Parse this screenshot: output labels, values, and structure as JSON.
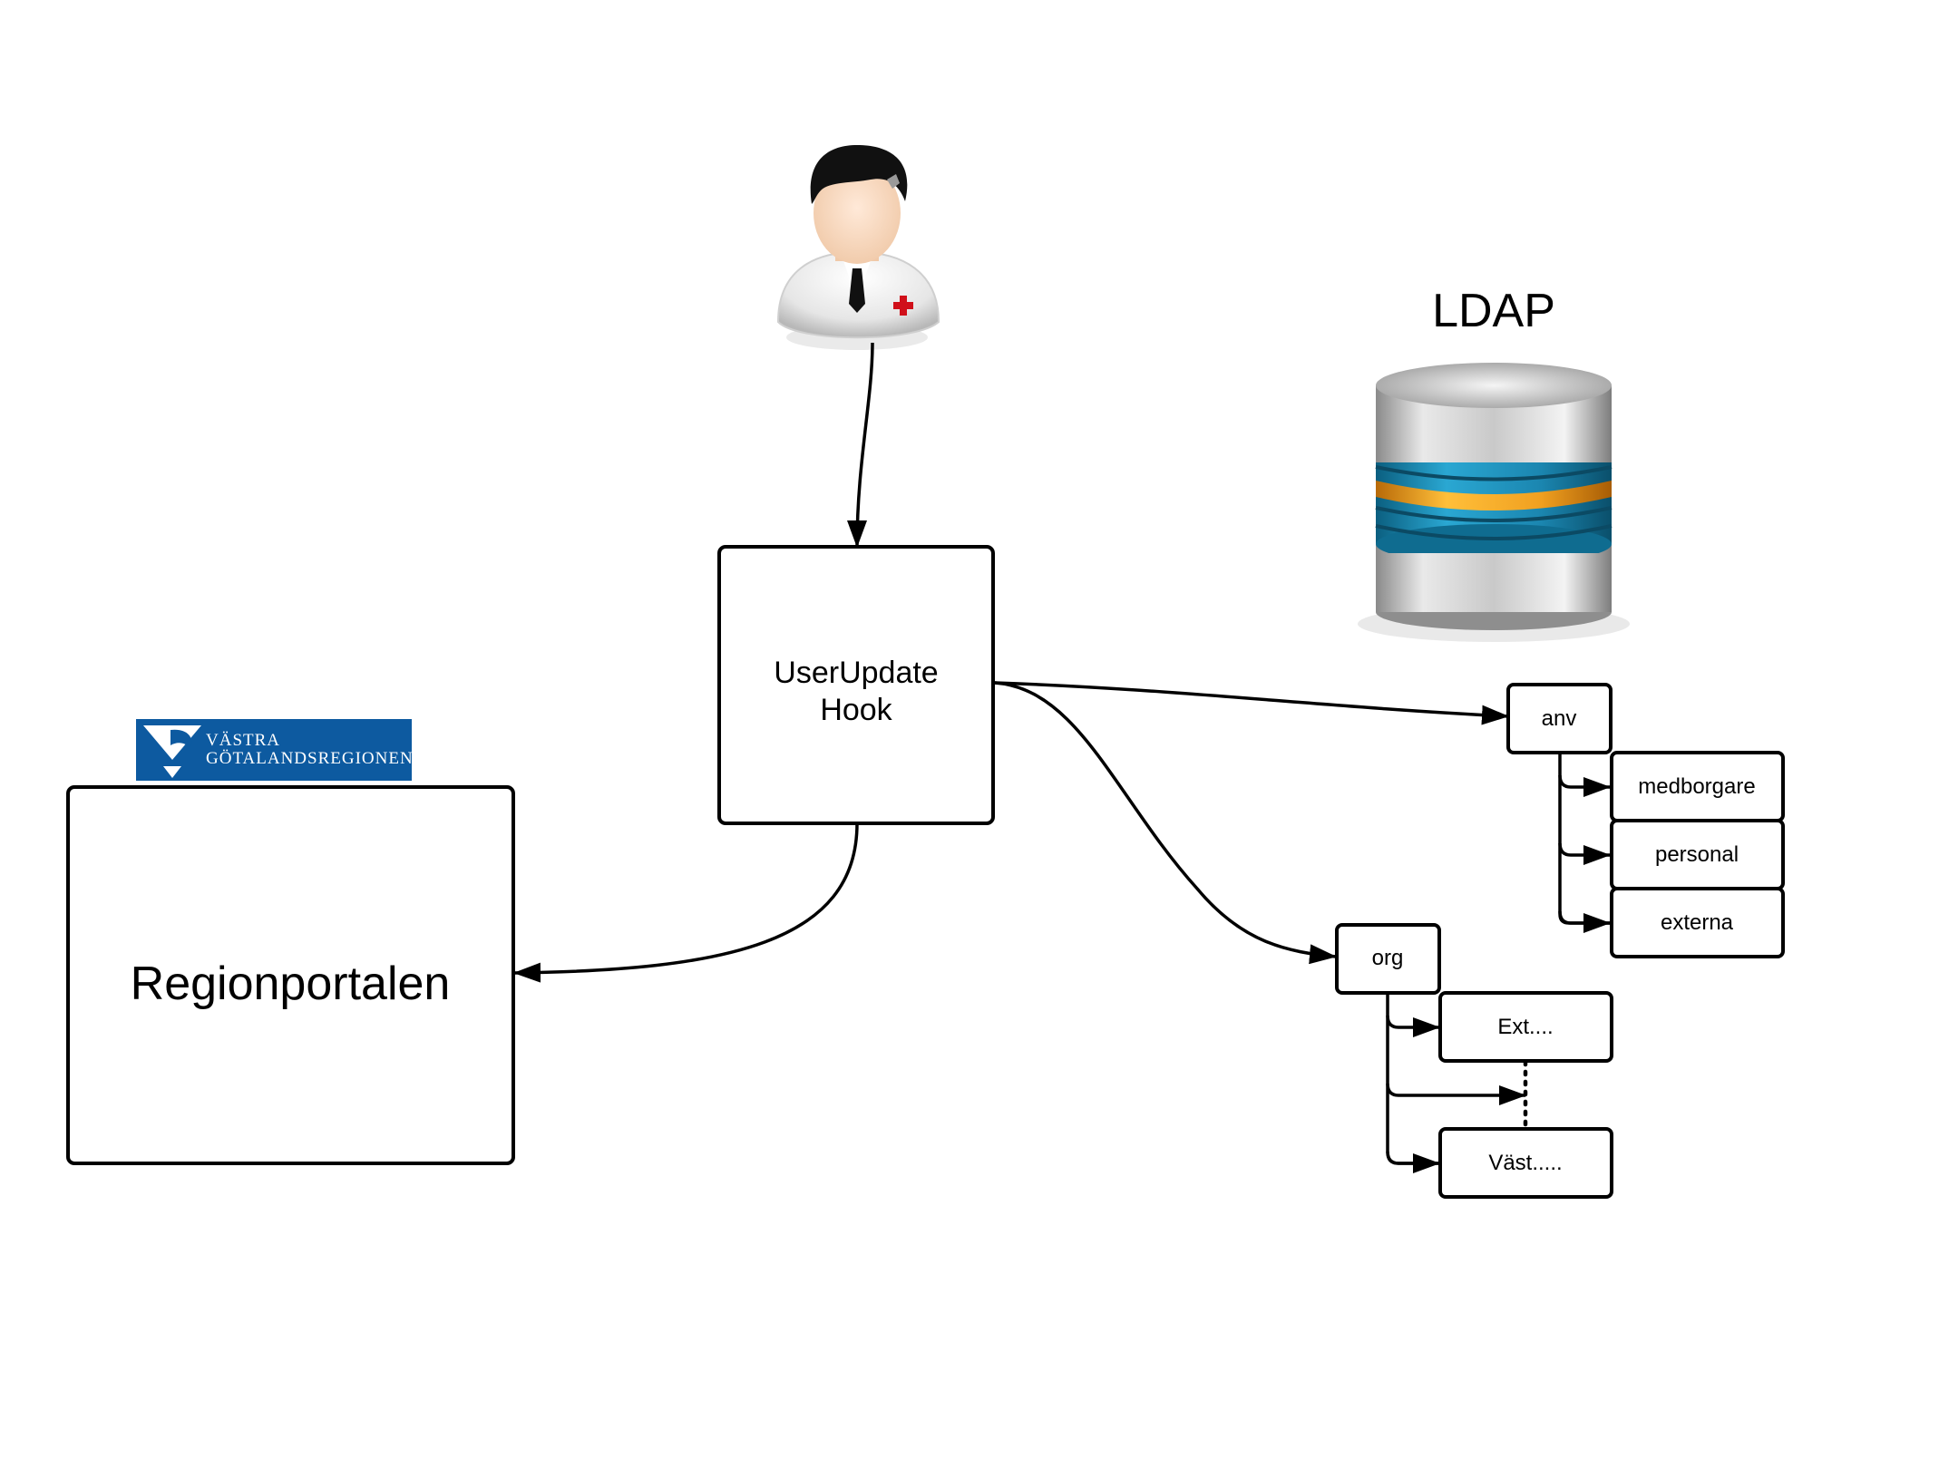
{
  "ldap": {
    "title": "LDAP"
  },
  "logo": {
    "line1": "VÄSTRA",
    "line2": "GÖTALANDSREGIONEN",
    "color": "#0d5aa0"
  },
  "nodes": {
    "hook": {
      "line1": "UserUpdate",
      "line2": "Hook"
    },
    "portal": {
      "label": "Regionportalen"
    },
    "anv": {
      "label": "anv"
    },
    "medborgare": {
      "label": "medborgare"
    },
    "personal": {
      "label": "personal"
    },
    "externa": {
      "label": "externa"
    },
    "org": {
      "label": "org"
    },
    "ext": {
      "label": "Ext...."
    },
    "vast": {
      "label": "Väst....."
    }
  },
  "icons": {
    "user": "doctor-user-icon",
    "database": "database-icon"
  },
  "colors": {
    "db_blue": "#1e8fb8",
    "db_orange": "#f0a020",
    "cross": "#d0101a"
  }
}
